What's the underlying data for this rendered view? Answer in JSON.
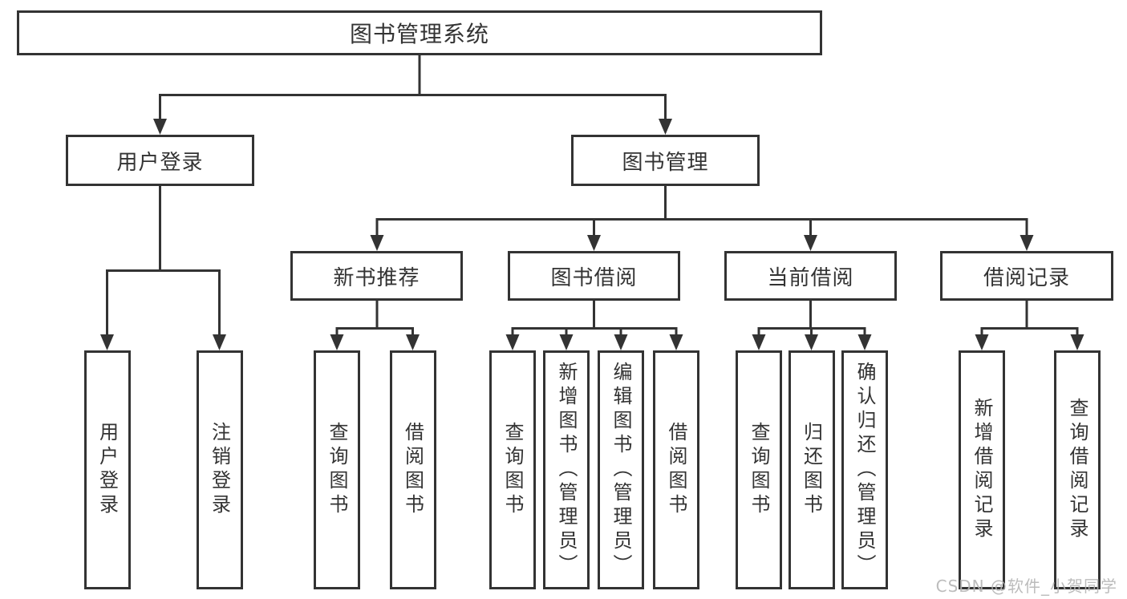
{
  "diagram": {
    "root": {
      "label": "图书管理系统",
      "children": [
        {
          "label": "用户登录",
          "children": [
            {
              "label": "用户登录"
            },
            {
              "label": "注销登录"
            }
          ]
        },
        {
          "label": "图书管理",
          "children": [
            {
              "label": "新书推荐",
              "children": [
                {
                  "label": "查询图书"
                },
                {
                  "label": "借阅图书"
                }
              ]
            },
            {
              "label": "图书借阅",
              "children": [
                {
                  "label": "查询图书"
                },
                {
                  "label": "新增图书（管理员）"
                },
                {
                  "label": "编辑图书（管理员）"
                },
                {
                  "label": "借阅图书"
                }
              ]
            },
            {
              "label": "当前借阅",
              "children": [
                {
                  "label": "查询图书"
                },
                {
                  "label": "归还图书"
                },
                {
                  "label": "确认归还（管理员）"
                }
              ]
            },
            {
              "label": "借阅记录",
              "children": [
                {
                  "label": "新增借阅记录"
                },
                {
                  "label": "查询借阅记录"
                }
              ]
            }
          ]
        }
      ]
    }
  },
  "watermark": {
    "text": "CSDN @软件_小贺同学"
  },
  "colors": {
    "line": "#333333",
    "text": "#333333",
    "box_background": "#ffffff",
    "watermark": "#b5b5b5"
  }
}
